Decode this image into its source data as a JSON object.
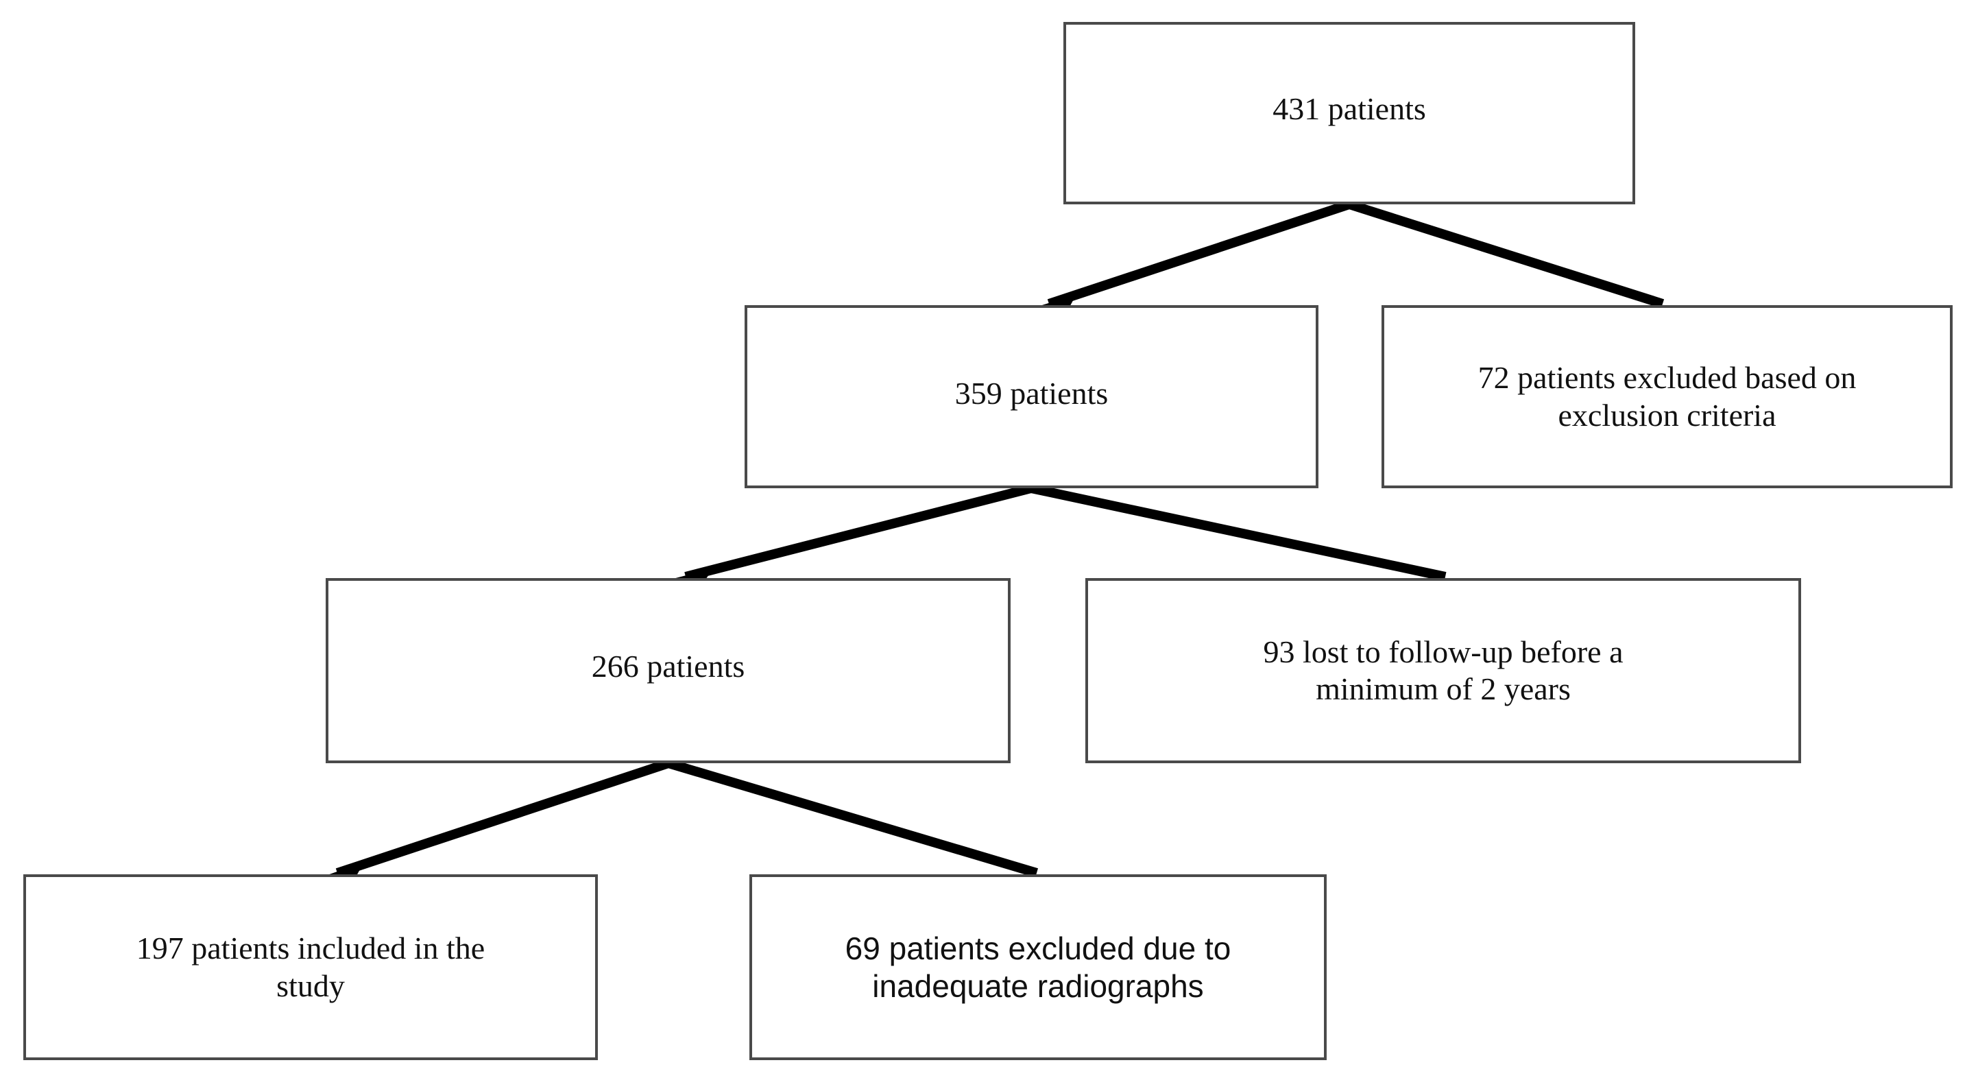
{
  "diagram": {
    "type": "flowchart",
    "title": "Patient selection flow diagram",
    "orientation": "top-down",
    "colors": {
      "box_border": "#4a4a4a",
      "box_fill": "#ffffff",
      "connector": "#000000",
      "text": "#111111"
    },
    "nodes": [
      {
        "id": "root",
        "label": "431 patients",
        "count": 431,
        "level": 0,
        "font": "serif",
        "lines": [
          "431 patients"
        ]
      },
      {
        "id": "eligible",
        "label": "359 patients",
        "count": 359,
        "level": 1,
        "font": "serif",
        "lines": [
          "359 patients"
        ]
      },
      {
        "id": "excluded-criteria",
        "label": "72 patients excluded based on\nexclusion criteria",
        "count": 72,
        "level": 1,
        "font": "serif",
        "lines": [
          "72 patients excluded based on",
          "exclusion criteria"
        ]
      },
      {
        "id": "followed",
        "label": "266 patients",
        "count": 266,
        "level": 2,
        "font": "serif",
        "lines": [
          "266 patients"
        ]
      },
      {
        "id": "lost-fu",
        "label": "93 lost to follow-up before a\nminimum of 2 years",
        "count": 93,
        "level": 2,
        "font": "serif",
        "lines": [
          "93 lost to follow-up before a",
          "minimum of 2 years"
        ]
      },
      {
        "id": "included",
        "label": "197 patients included in the\nstudy",
        "count": 197,
        "level": 3,
        "font": "serif",
        "lines": [
          "197 patients included in the",
          "study"
        ]
      },
      {
        "id": "excluded-xray",
        "label": "69 patients excluded due to\ninadequate radiographs",
        "count": 69,
        "level": 3,
        "font": "sans-serif",
        "lines": [
          "69 patients excluded due to",
          "inadequate radiographs"
        ]
      }
    ],
    "edges": [
      {
        "id": "root-to-eligible",
        "from": "root",
        "to": "eligible",
        "arrowhead": true
      },
      {
        "id": "root-to-excluded-criteria",
        "from": "root",
        "to": "excluded-criteria",
        "arrowhead": false
      },
      {
        "id": "eligible-to-followed",
        "from": "eligible",
        "to": "followed",
        "arrowhead": true
      },
      {
        "id": "eligible-to-lost-fu",
        "from": "eligible",
        "to": "lost-fu",
        "arrowhead": false
      },
      {
        "id": "followed-to-included",
        "from": "followed",
        "to": "included",
        "arrowhead": true
      },
      {
        "id": "followed-to-excluded-xray",
        "from": "followed",
        "to": "excluded-xray",
        "arrowhead": false
      }
    ]
  }
}
